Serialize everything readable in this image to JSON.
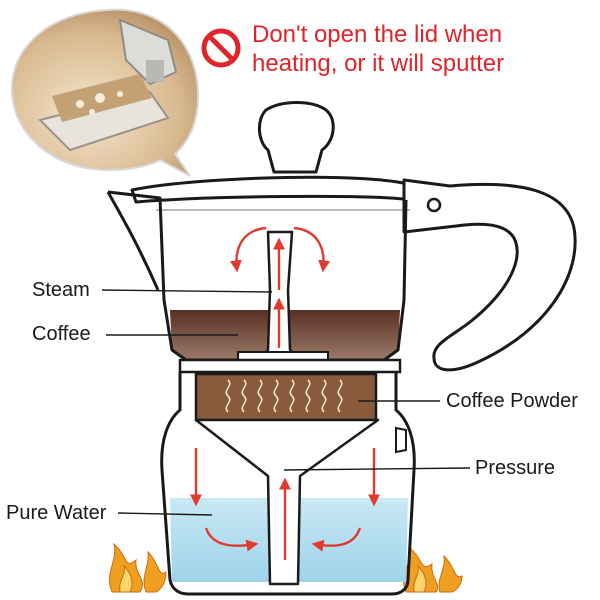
{
  "warning": {
    "line1": "Don't open the lid when",
    "line2": "heating, or it will sputter",
    "icon": "no-symbol-icon",
    "color": "#e0242a"
  },
  "labels": {
    "steam": "Steam",
    "coffee": "Coffee",
    "coffee_powder": "Coffee Powder",
    "pressure": "Pressure",
    "pure_water": "Pure Water"
  },
  "colors": {
    "coffee": "#6e4132",
    "powder": "#8a5a3c",
    "water": "#b7e0f0",
    "arrow": "#e03a2f",
    "outline": "#1a1a1a",
    "flame": "#f0a020"
  },
  "inset_photo": "open-moka-pot-lid-photo"
}
